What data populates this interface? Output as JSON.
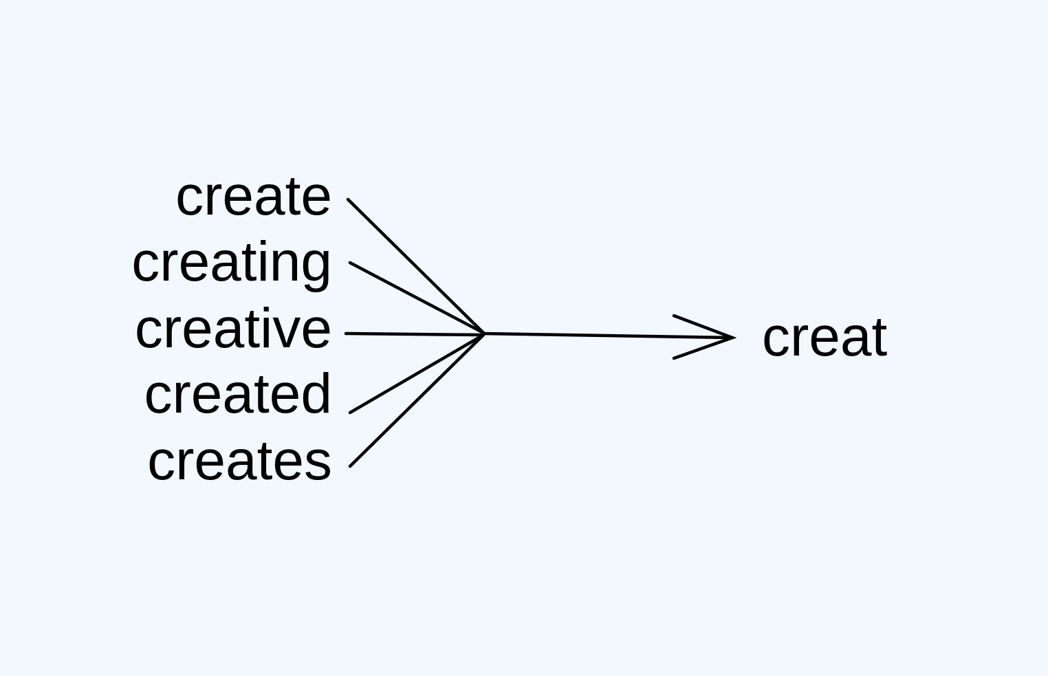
{
  "diagram": {
    "title": "Stemming diagram",
    "inputs": [
      "create",
      "creating",
      "creative",
      "created",
      "creates"
    ],
    "output": "creat",
    "colors": {
      "background": "#f3f8fe",
      "ink": "#000000"
    }
  }
}
